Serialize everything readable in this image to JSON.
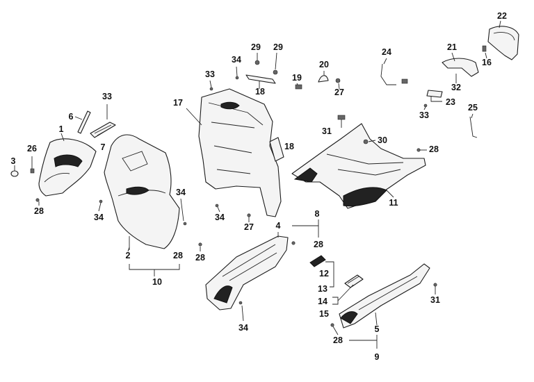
{
  "diagram": {
    "labels": [
      {
        "id": "l-1",
        "text": "1"
      },
      {
        "id": "l-2",
        "text": "2"
      },
      {
        "id": "l-3",
        "text": "3"
      },
      {
        "id": "l-4",
        "text": "4"
      },
      {
        "id": "l-5",
        "text": "5"
      },
      {
        "id": "l-6",
        "text": "6"
      },
      {
        "id": "l-7",
        "text": "7"
      },
      {
        "id": "l-8",
        "text": "8"
      },
      {
        "id": "l-9",
        "text": "9"
      },
      {
        "id": "l-10",
        "text": "10"
      },
      {
        "id": "l-11",
        "text": "11"
      },
      {
        "id": "l-12",
        "text": "12"
      },
      {
        "id": "l-13",
        "text": "13"
      },
      {
        "id": "l-14",
        "text": "14"
      },
      {
        "id": "l-15",
        "text": "15"
      },
      {
        "id": "l-16",
        "text": "16"
      },
      {
        "id": "l-17",
        "text": "17"
      },
      {
        "id": "l-18a",
        "text": "18"
      },
      {
        "id": "l-18b",
        "text": "18"
      },
      {
        "id": "l-19",
        "text": "19"
      },
      {
        "id": "l-20",
        "text": "20"
      },
      {
        "id": "l-21",
        "text": "21"
      },
      {
        "id": "l-22",
        "text": "22"
      },
      {
        "id": "l-23",
        "text": "23"
      },
      {
        "id": "l-24",
        "text": "24"
      },
      {
        "id": "l-25",
        "text": "25"
      },
      {
        "id": "l-26",
        "text": "26"
      },
      {
        "id": "l-27a",
        "text": "27"
      },
      {
        "id": "l-27b",
        "text": "27"
      },
      {
        "id": "l-28a",
        "text": "28"
      },
      {
        "id": "l-28b",
        "text": "28"
      },
      {
        "id": "l-28c",
        "text": "28"
      },
      {
        "id": "l-28d",
        "text": "28"
      },
      {
        "id": "l-28e",
        "text": "28"
      },
      {
        "id": "l-28f",
        "text": "28"
      },
      {
        "id": "l-29a",
        "text": "29"
      },
      {
        "id": "l-29b",
        "text": "29"
      },
      {
        "id": "l-30",
        "text": "30"
      },
      {
        "id": "l-31a",
        "text": "31"
      },
      {
        "id": "l-31b",
        "text": "31"
      },
      {
        "id": "l-32",
        "text": "32"
      },
      {
        "id": "l-33a",
        "text": "33"
      },
      {
        "id": "l-33b",
        "text": "33"
      },
      {
        "id": "l-33c",
        "text": "33"
      },
      {
        "id": "l-34a",
        "text": "34"
      },
      {
        "id": "l-34b",
        "text": "34"
      },
      {
        "id": "l-34c",
        "text": "34"
      },
      {
        "id": "l-34d",
        "text": "34"
      },
      {
        "id": "l-34e",
        "text": "34"
      }
    ]
  }
}
